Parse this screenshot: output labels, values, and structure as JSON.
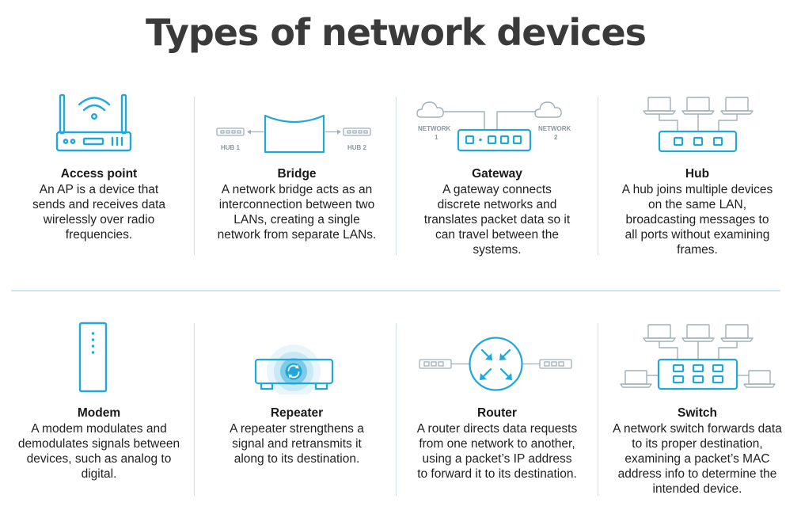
{
  "title": "Types of network devices",
  "accent_color": "#22a7d9",
  "devices": [
    {
      "name": "Access point",
      "icon": "wireless-access-point-icon",
      "description": "An AP is a device that sends and receives data wirelessly over radio frequencies."
    },
    {
      "name": "Bridge",
      "icon": "bridge-icon",
      "labels": {
        "left": "HUB 1",
        "right": "HUB 2"
      },
      "description": "A network bridge acts as an interconnection between two LANs, creating a single network from separate LANs."
    },
    {
      "name": "Gateway",
      "icon": "gateway-icon",
      "labels": {
        "left_line1": "NETWORK",
        "left_line2": "1",
        "right_line1": "NETWORK",
        "right_line2": "2"
      },
      "description": "A gateway connects discrete networks and translates packet data so it can travel between the systems."
    },
    {
      "name": "Hub",
      "icon": "hub-icon",
      "description": "A hub joins multiple devices on the same LAN, broadcasting messages to all ports without examining frames."
    },
    {
      "name": "Modem",
      "icon": "modem-icon",
      "description": "A modem modulates and demodulates signals between devices, such as analog to digital."
    },
    {
      "name": "Repeater",
      "icon": "repeater-icon",
      "description": "A repeater strengthens a signal and retransmits it along to its destination."
    },
    {
      "name": "Router",
      "icon": "router-icon",
      "description": "A router directs data requests from one network to another, using a packet’s IP address to forward it to its destination."
    },
    {
      "name": "Switch",
      "icon": "switch-icon",
      "description": "A network switch forwards data to its proper destination, examining a packet’s MAC address info to determine the intended device."
    }
  ]
}
